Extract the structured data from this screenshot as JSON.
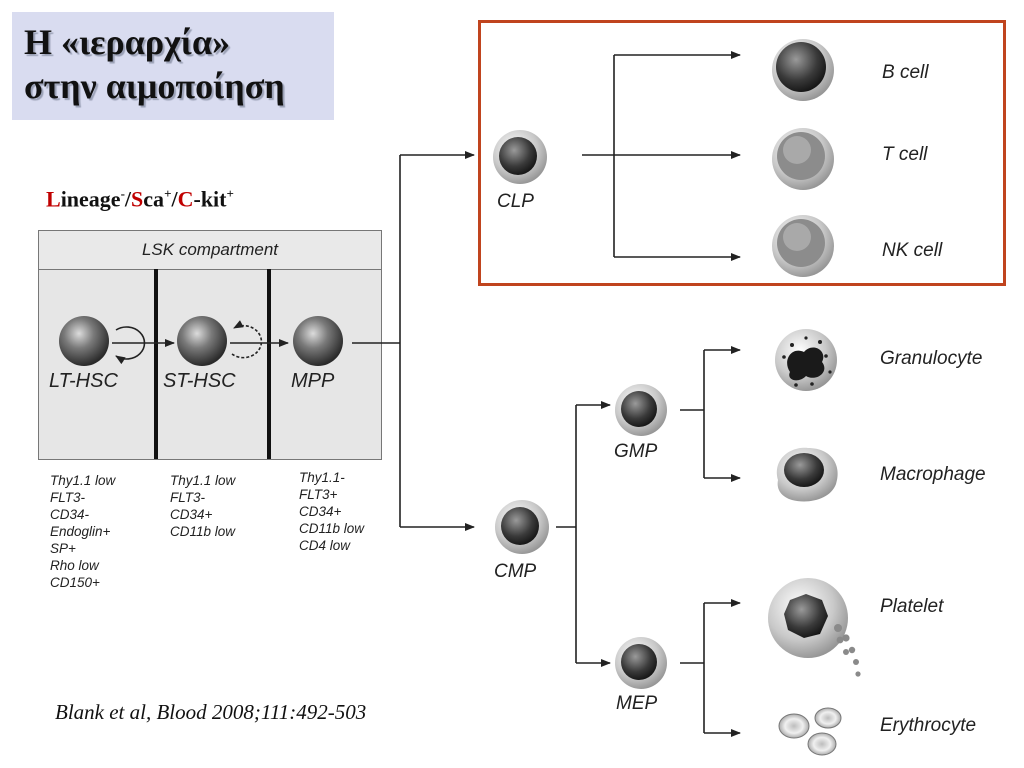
{
  "title": {
    "line1": "Η «ιεραρχία»",
    "line2": "στην αιμοποίηση"
  },
  "lsk_phenotype": {
    "l_letter": "L",
    "lineage": "ineage",
    "lineage_sup": "-",
    "slash1": "/",
    "s_letter": "S",
    "sca": "ca",
    "sca_sup": "+",
    "slash2": "/",
    "c_letter": "C",
    "kit": "-kit",
    "kit_sup": "+"
  },
  "lsk_compartment": {
    "header": "LSK compartment",
    "cells": [
      {
        "label": "LT-HSC",
        "markers": [
          "Thy1.1 low",
          "FLT3-",
          "CD34-",
          "Endoglin+",
          "SP+",
          "Rho low",
          "CD150+"
        ]
      },
      {
        "label": "ST-HSC",
        "markers": [
          "Thy1.1 low",
          "FLT3-",
          "CD34+",
          "CD11b low"
        ]
      },
      {
        "label": "MPP",
        "markers": [
          "Thy1.1-",
          "FLT3+",
          "CD34+",
          "CD11b low",
          "CD4 low"
        ]
      }
    ]
  },
  "progenitors": {
    "clp": "CLP",
    "cmp": "CMP",
    "gmp": "GMP",
    "mep": "MEP"
  },
  "mature_cells": {
    "b_cell": "B cell",
    "t_cell": "T cell",
    "nk_cell": "NK cell",
    "granulocyte": "Granulocyte",
    "macrophage": "Macrophage",
    "platelet": "Platelet",
    "erythrocyte": "Erythrocyte"
  },
  "citation": "Blank et al, Blood 2008;111:492-503",
  "colors": {
    "title_bg": "#d9dcf0",
    "lymphoid_frame": "#c0441e",
    "highlight_letters": "#c00000"
  }
}
